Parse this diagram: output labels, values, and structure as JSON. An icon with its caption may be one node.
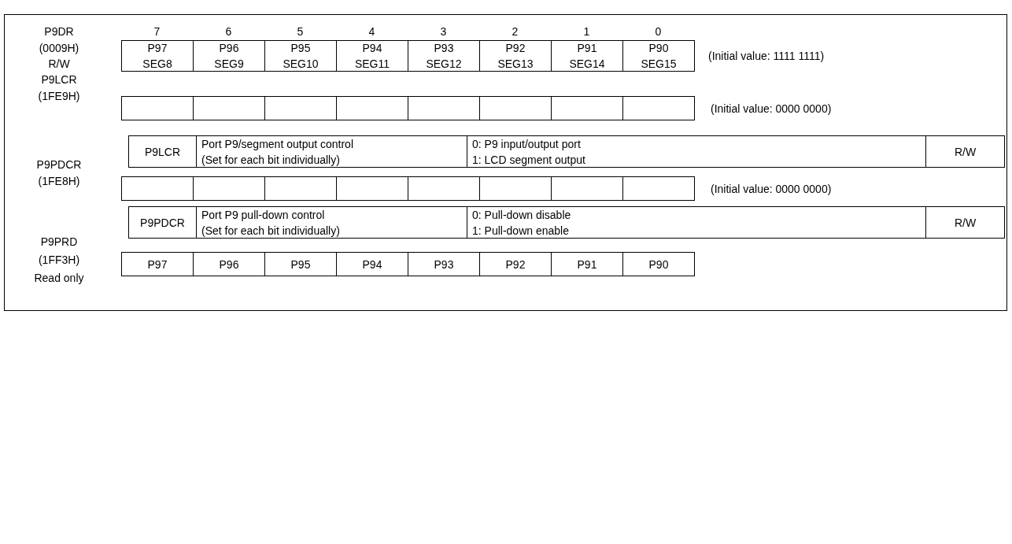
{
  "diagram": {
    "nodes": [
      {
        "text": [
          "P97",
          "SEG8"
        ]
      },
      {
        "text": [
          "P96",
          "SEG9"
        ]
      },
      {
        "text": [
          "P95",
          "SEG10"
        ]
      },
      {
        "text": [
          "P94",
          "SEG11"
        ]
      },
      {
        "text": [
          "P93",
          "SEG12"
        ]
      },
      {
        "text": [
          "P92",
          "SEG13"
        ]
      },
      {
        "text": [
          "P91",
          "SEG14"
        ]
      },
      {
        "text": [
          "P90",
          "SEG15"
        ]
      },
      {
        "text": [],
        "shape": "box"
      },
      {
        "text": [],
        "shape": "box"
      },
      {
        "text": [],
        "shape": "box"
      },
      {
        "text": [],
        "shape": "box"
      },
      {
        "text": [],
        "shape": "box"
      },
      {
        "text": [],
        "shape": "box"
      },
      {
        "text": [],
        "shape": "box"
      },
      {
        "text": [],
        "shape": "box"
      },
      {
        "text": [
          "P9LCR"
        ]
      },
      {
        "text": [
          "Port P9/segment output control",
          "(Set for each bit individually)"
        ]
      },
      {
        "text": [
          "0: P9 input/output port",
          "1: LCD segment output"
        ]
      },
      {
        "text": [
          "R/W"
        ]
      },
      {
        "text": [],
        "shape": "box"
      },
      {
        "text": [],
        "shape": "box"
      },
      {
        "text": [],
        "shape": "box"
      },
      {
        "text": [],
        "shape": "box"
      },
      {
        "text": [],
        "shape": "box"
      },
      {
        "text": [],
        "shape": "box"
      },
      {
        "text": [],
        "shape": "box"
      },
      {
        "text": [],
        "shape": "box"
      },
      {
        "text": [
          "P9PDCR"
        ]
      },
      {
        "text": [
          "Port P9 pull-down control",
          "(Set for each bit individually)"
        ]
      },
      {
        "text": [
          "0: Pull-down disable",
          "1: Pull-down enable"
        ]
      },
      {
        "text": [
          "R/W"
        ]
      },
      {
        "text": [
          "P97"
        ]
      },
      {
        "text": [
          "P96"
        ]
      },
      {
        "text": [
          "P95"
        ]
      },
      {
        "text": [
          "P94"
        ]
      },
      {
        "text": [
          "P93"
        ]
      },
      {
        "text": [
          "P92"
        ]
      },
      {
        "text": [
          "P91"
        ]
      },
      {
        "text": [
          "P90"
        ]
      }
    ],
    "labels": [
      "P9DR",
      "7",
      "6",
      "5",
      "4",
      "3",
      "2",
      "1",
      "0",
      "(0009H)",
      "(Initial value: 1111 1111)",
      "R/W",
      "P9LCR",
      "(1FE9H)",
      "(Initial value: 0000 0000)",
      "P9PDCR",
      "(1FE8H)",
      "(Initial value: 0000 0000)",
      "P9PRD",
      "(1FF3H)",
      "Read only"
    ]
  }
}
